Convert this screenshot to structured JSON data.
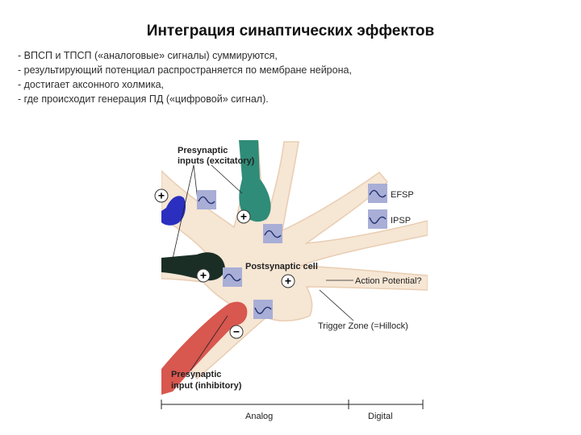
{
  "title": "Интеграция синаптических эффектов",
  "lines": [
    "- ВПСП и ТПСП («аналоговые» сигналы) суммируются,",
    "- результирующий потенциал распространяется по мембране нейрона,",
    "- достигает аксонного холмика,",
    "- где происходит генерация ПД («цифровой» сигнал)."
  ],
  "figure": {
    "presynaptic_excitatory": [
      "Presynaptic",
      "inputs (excitatory)"
    ],
    "presynaptic_inhibitory": [
      "Presynaptic",
      "input (inhibitory)"
    ],
    "postsynaptic_cell": "Postsynaptic cell",
    "action_potential": "Action Potential?",
    "trigger_zone": "Trigger Zone (=Hillock)",
    "legend": {
      "epsp": "EFSP",
      "ipsp": "IPSP"
    },
    "axis": {
      "left": "Analog",
      "right": "Digital"
    },
    "plus_sign": "+",
    "minus_sign": "−",
    "colors": {
      "cell": "#f6e6d4",
      "teal_terminal": "#2f8c78",
      "blue_terminal": "#2a2fbf",
      "dark_terminal": "#1a2e26",
      "red_terminal": "#d8574f",
      "wave_box": "#a8aed6"
    }
  }
}
